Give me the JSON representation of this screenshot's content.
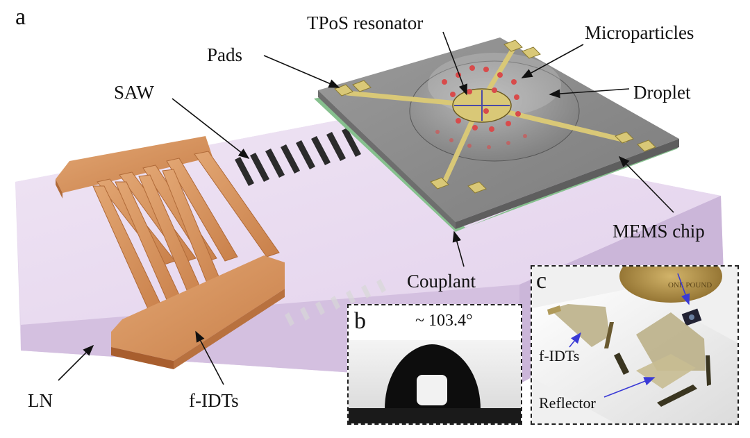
{
  "panels": {
    "a": "a",
    "b": "b",
    "c": "c"
  },
  "labels": {
    "tpos": "TPoS resonator",
    "microparticles": "Microparticles",
    "pads": "Pads",
    "saw": "SAW",
    "droplet": "Droplet",
    "mems": "MEMS chip",
    "couplant": "Couplant",
    "ln": "LN",
    "fidts": "f-IDTs"
  },
  "inset_b": {
    "angle": "~ 103.4°"
  },
  "inset_c": {
    "fidts": "f-IDTs",
    "reflector": "Reflector",
    "coin_text": "ONE POUND"
  },
  "colors": {
    "substrate": "#e9dcf0",
    "electrode": "#d8955c",
    "chip": "#8e8e8e",
    "pad": "#d9c877",
    "couplant": "#86c08e",
    "arrow_blue": "#3a3ad6",
    "particle": "#d84b4b"
  }
}
